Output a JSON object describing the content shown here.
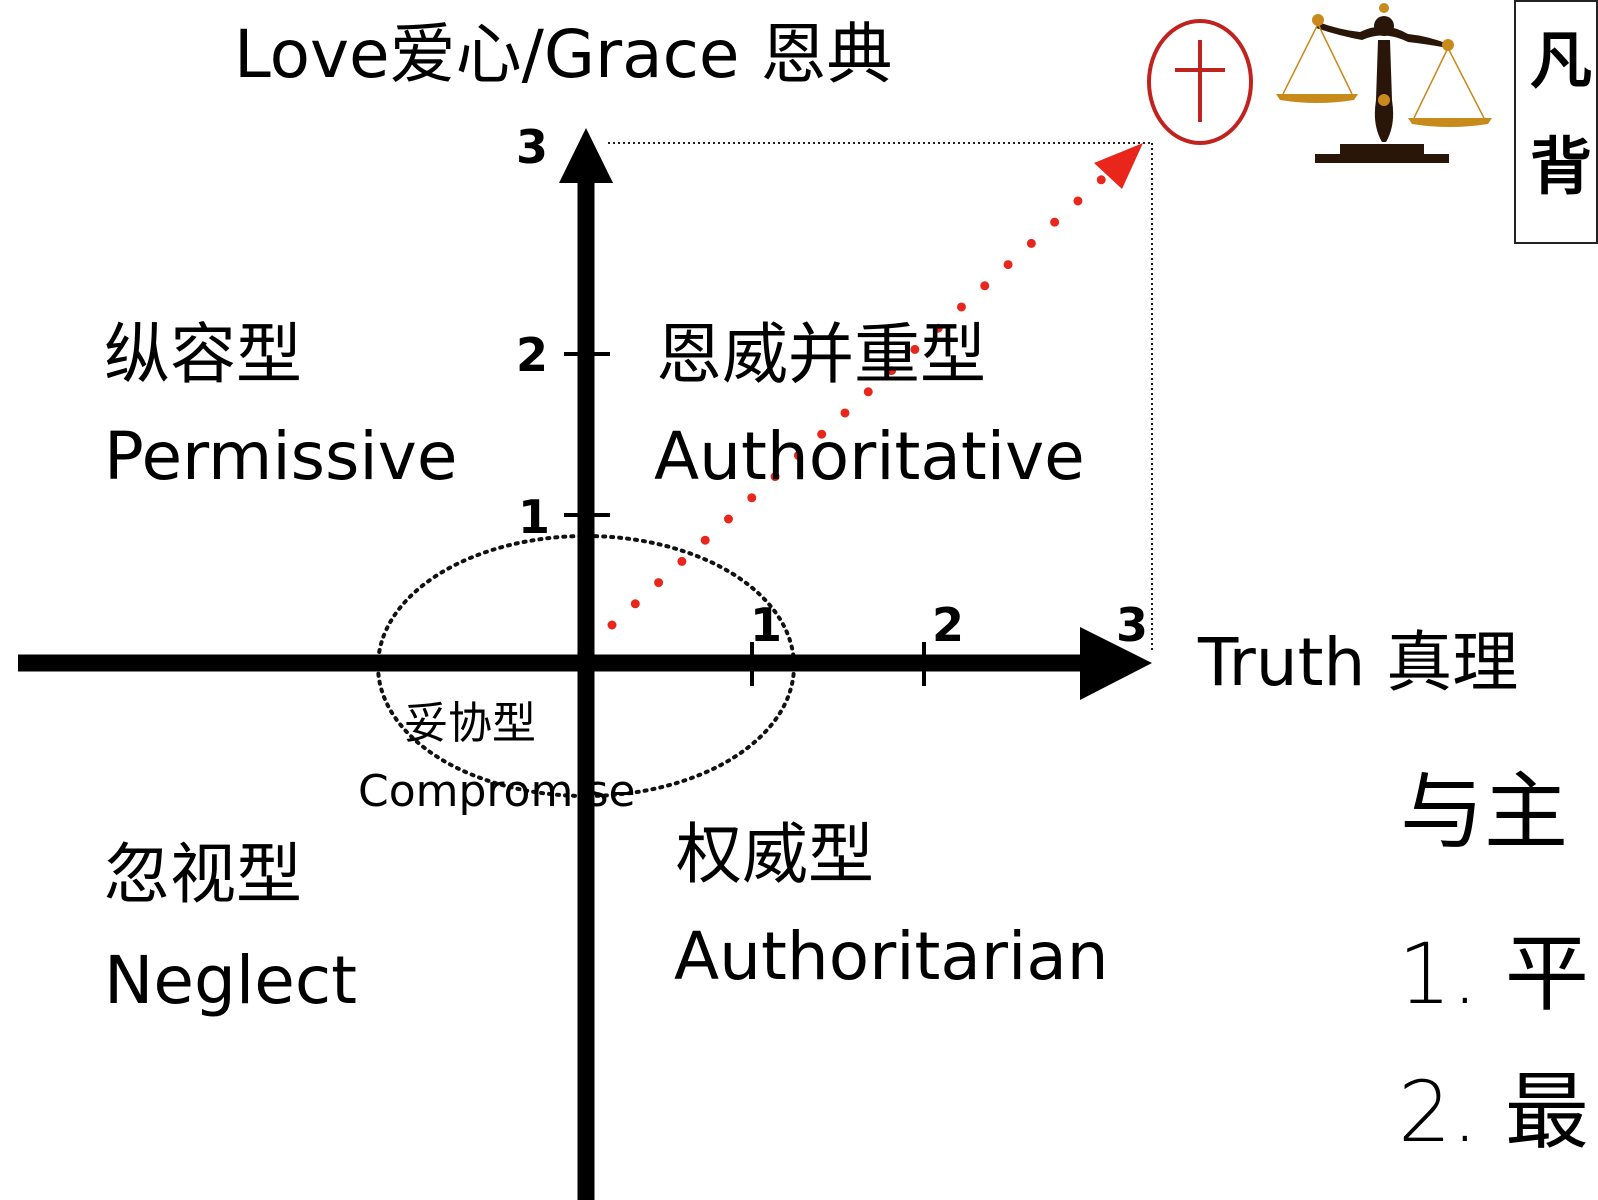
{
  "axes": {
    "y_title": "Love爱心/Grace 恩典",
    "x_title": "Truth 真理",
    "y_ticks": [
      "1",
      "2",
      "3"
    ],
    "x_ticks": [
      "1",
      "2",
      "3"
    ]
  },
  "quadrants": {
    "permissive": {
      "zh": "纵容型",
      "en": "Permissive"
    },
    "authoritative": {
      "zh": "恩威并重型",
      "en": "Authoritative"
    },
    "neglect": {
      "zh": "忽视型",
      "en": "Neglect"
    },
    "authoritarian": {
      "zh": "权威型",
      "en": "Authoritarian"
    },
    "compromise": {
      "zh": "妥协型",
      "en": "Compromise"
    }
  },
  "icons": {
    "cross": "cross-in-circle-icon",
    "scales": "balance-scales-icon"
  },
  "colors": {
    "axis": "#000000",
    "arrow": "#e8261c",
    "cross": "#c0221d",
    "scale_pan": "#c98a1c",
    "scale_body": "#2a1608"
  },
  "clipped_text": {
    "box_line_1": "凡",
    "box_line_2": "背",
    "right_heading": "与主",
    "list_item_1": "1. 平",
    "list_item_2": "2. 最"
  }
}
